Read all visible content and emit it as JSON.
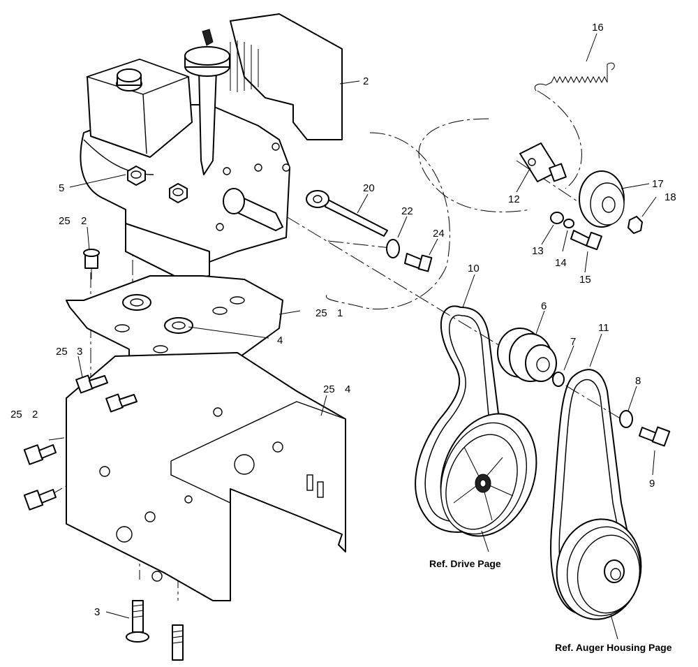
{
  "callouts": {
    "c16": "16",
    "c2_engine": "2",
    "c17": "17",
    "c18": "18",
    "c12": "12",
    "c5": "5",
    "c20": "20",
    "c22": "22",
    "c24": "24",
    "c13": "13",
    "c14": "14",
    "c15": "15",
    "c25_2_top_a": "25",
    "c25_2_top_b": "2",
    "c10": "10",
    "c6": "6",
    "c7": "7",
    "c11": "11",
    "c25_1_a": "25",
    "c25_1_b": "1",
    "c4_plate": "4",
    "c25_3_a": "25",
    "c25_3_b": "3",
    "c25_4_a": "25",
    "c25_4_b": "4",
    "c8": "8",
    "c25_2_low_a": "25",
    "c25_2_low_b": "2",
    "c9": "9",
    "c3_bottom": "3"
  },
  "references": {
    "drive": "Ref. Drive Page",
    "auger": "Ref. Auger Housing Page"
  }
}
